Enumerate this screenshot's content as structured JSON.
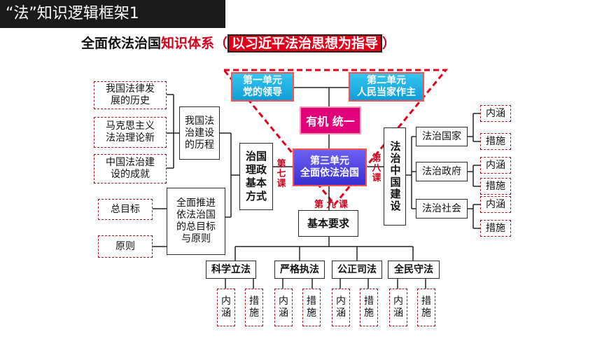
{
  "slide_title": "“法”知识逻辑框架1",
  "heading": {
    "part1": "全面依法治国",
    "part2": "知识体系（",
    "highlight": "以习近平法治思想为指导",
    "part3": "）"
  },
  "units": {
    "unit1": "第一单元\n党的领导",
    "unit2": "第二单元\n人民当家作主",
    "organic": "有机 统一",
    "unit3": "第三单元\n全面依法治国"
  },
  "lessons": {
    "seven": "第\n七\n课",
    "eight": "第\n八\n课",
    "nine": "第 九 课"
  },
  "left": {
    "history_items": [
      "我国法律发\n展的历史",
      "马克思主义\n法治理论新",
      "中国法治建\n设的成就"
    ],
    "history_box": "我国法\n治建设\n的历程",
    "goal_box": "全面推进\n依法治国\n的总目标\n与原则",
    "goal_items": [
      "总目标",
      "原则"
    ],
    "center_box": "治国\n理政\n基本\n方式"
  },
  "right": {
    "china_box": "法治中国建设",
    "items": [
      "法治国家",
      "法治政府",
      "法治社会"
    ],
    "sub_items": [
      "内涵",
      "措施"
    ]
  },
  "bottom": {
    "basic": "基本要求",
    "items": [
      "科学立法",
      "严格执法",
      "公正司法",
      "全民守法"
    ],
    "sub_items": [
      "内\n涵",
      "措\n施"
    ]
  }
}
